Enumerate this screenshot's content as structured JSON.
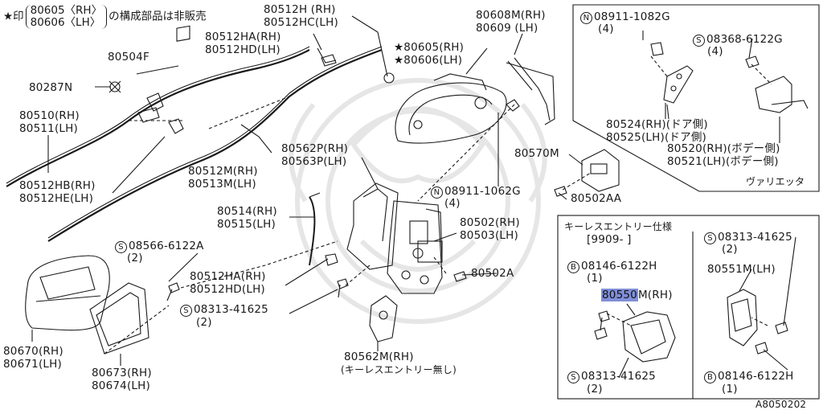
{
  "footnote": {
    "star": "★",
    "mark": "印",
    "part_rh": "80605〈RH〉",
    "part_lh": "80606〈LH〉",
    "tail": "の構成部品は非販売"
  },
  "labels": {
    "p80512H": "80512H (RH)",
    "p80512HC": "80512HC(LH)",
    "p80512HA_top": "80512HA(RH)",
    "p80512HD_top": "80512HD(LH)",
    "p80504F": "80504F",
    "p80287N": "80287N",
    "p80510": "80510(RH)",
    "p80511": "80511(LH)",
    "p80512HB": "80512HB(RH)",
    "p80512HE": "80512HE(LH)",
    "p80512M": "80512M(RH)",
    "p80513M": "80513M(LH)",
    "p80608M": "80608M(RH)",
    "p80609": "80609 (LH)",
    "p80605": "★80605(RH)",
    "p80606": "★80606(LH)",
    "p80562P": "80562P(RH)",
    "p80563P": "80563P(LH)",
    "p80570M": "80570M",
    "n08911_main": "08911-1062G",
    "n08911_main_qty": "(4)",
    "p80502AA": "80502AA",
    "p80514": "80514(RH)",
    "p80515": "80515(LH)",
    "p80502": "80502(RH)",
    "p80503": "80503(LH)",
    "s08566": "08566-6122A",
    "s08566_qty": "(2)",
    "p80512HA_mid": "80512HA(RH)",
    "p80512HD_mid": "80512HD(LH)",
    "p80502A": "80502A",
    "s08313_mid": "08313-41625",
    "s08313_mid_qty": "(2)",
    "p80670": "80670(RH)",
    "p80671": "80671(LH)",
    "p80673": "80673(RH)",
    "p80674": "80674(LH)",
    "p80562M": "80562M(RH)",
    "p80562M_note": "(キーレスエントリー無し)"
  },
  "inset_top": {
    "n08911": "08911-1082G",
    "n08911_qty": "(4)",
    "s08368": "08368-6122G",
    "s08368_qty": "(4)",
    "p80524": "80524(RH)(ドア側)",
    "p80525": "80525(LH)(ドア側)",
    "p80520": "80520(RH)(ボデー側)",
    "p80521": "80521(LH)(ボデー側)",
    "variant": "ヴァリエッタ"
  },
  "inset_bottom": {
    "title": "キーレスエントリー仕様",
    "date": "[9909-    ]",
    "b08146_a": "08146-6122H",
    "b08146_a_qty": "(1)",
    "p80550_hl": "80550",
    "p80550_rest": "M(RH)",
    "s08313_a": "08313-41625",
    "s08313_a_qty": "(2)",
    "s08313_b": "08313-41625",
    "s08313_b_qty": "(2)",
    "p80551M": "80551M(LH)",
    "b08146_b": "08146-6122H",
    "b08146_b_qty": "(1)"
  },
  "badges": {
    "n": "N",
    "s": "S",
    "b": "B"
  },
  "diagram_id": "A8050202",
  "colors": {
    "line": "#1a1a1a",
    "highlight": "#7f8fd8",
    "watermark": "#e6e6e6"
  }
}
